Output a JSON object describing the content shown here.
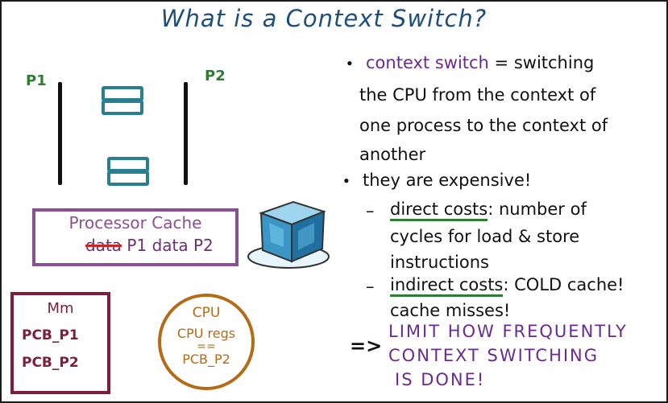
{
  "title": "What is a Context Switch?",
  "diagram": {
    "p1_label": "P1",
    "p2_label": "P2",
    "cache": {
      "title": "Processor Cache",
      "crossed_out": "data",
      "p1_text": "P1",
      "p2_text": "data P2"
    },
    "memory": {
      "title": "Mm",
      "items": [
        "PCB_P1",
        "PCB_P2"
      ]
    },
    "cpu": {
      "title": "CPU",
      "regs_label": "CPU regs",
      "equals": "==",
      "value": "PCB_P2"
    },
    "ice_icon": "ice-cube-icon"
  },
  "notes": {
    "bullet1": {
      "term": "context switch",
      "rest_line1": " = switching",
      "line2": "the CPU from the context of",
      "line3": "one process to the context of",
      "line4": "another"
    },
    "bullet2": {
      "text": "they are expensive!",
      "sub1_term": "direct costs",
      "sub1_rest": ": number of",
      "sub1_line2": "cycles for load & store",
      "sub1_line3": "instructions",
      "sub2_term": "indirect costs",
      "sub2_rest": ": COLD cache!",
      "sub2_line2": "cache misses!"
    },
    "conclusion": {
      "arrow": "=>",
      "line1": "LIMIT HOW FREQUENTLY",
      "line2": "CONTEXT SWITCHING",
      "line3": "IS DONE!"
    }
  },
  "colors": {
    "title": "#1f4e79",
    "process_label": "#2e7d32",
    "cache_box": "#8a4f93",
    "memory_box": "#7b1f3a",
    "cpu_circle": "#b36b16",
    "register": "#2a7f8f",
    "term": "#6a2c8a"
  }
}
